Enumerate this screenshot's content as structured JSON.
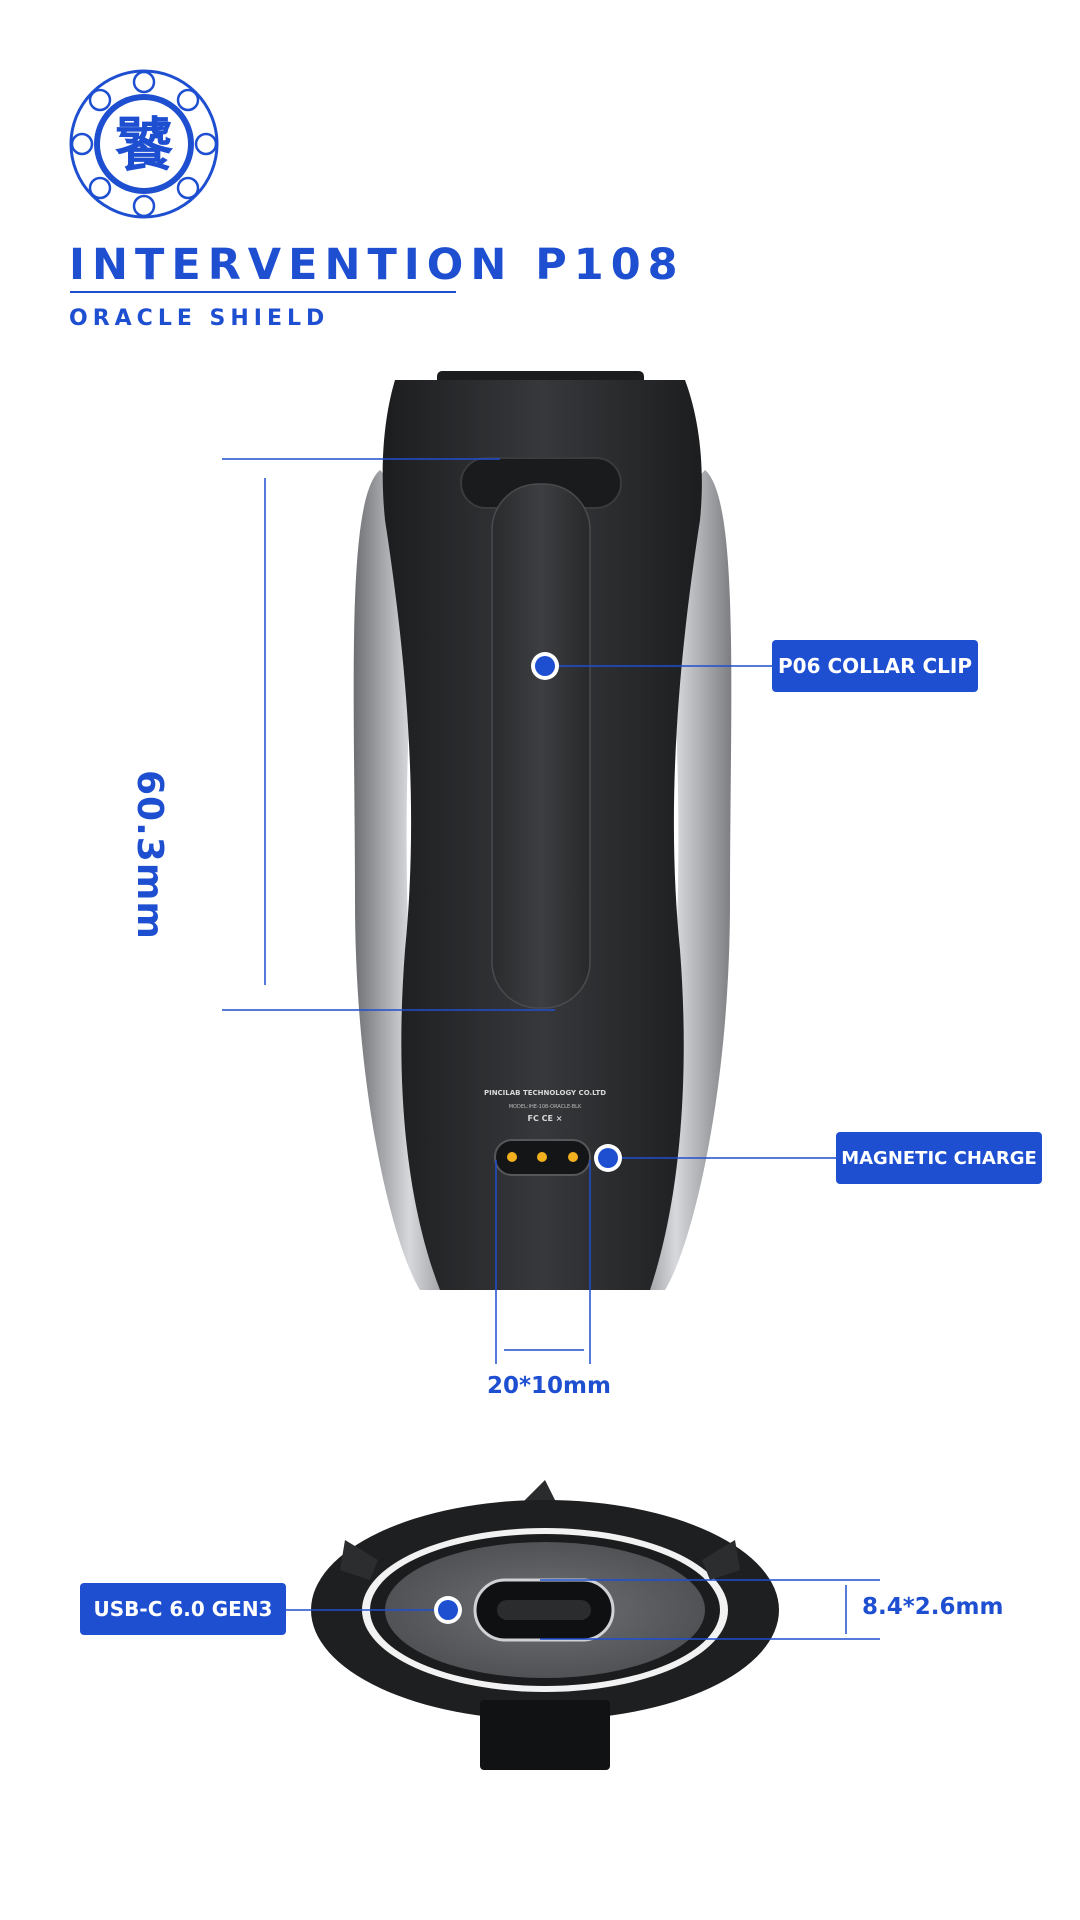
{
  "header": {
    "title": "INTERVENTION P108",
    "subtitle": "ORACLE SHIELD",
    "logo_glyph": "饕"
  },
  "callouts": {
    "collar_clip": "P06 COLLAR CLIP",
    "magnetic_charge": "MAGNETIC CHARGE",
    "usb_c": "USB-C 6.0 GEN3"
  },
  "dimensions": {
    "height": "60.3mm",
    "charge_pad": "20*10mm",
    "port": "8.4*2.6mm"
  },
  "device_print": {
    "maker": "PINCILAB TECHNOLOGY CO.LTD",
    "model": "MODEL:IHE-108-ORACLE-BLK",
    "marks": "FC CE ⨯"
  },
  "colors": {
    "accent": "#1e4fd1",
    "device_body": "#2c2d2f",
    "side_panel": "#b8babd",
    "pin": "#f2b01e"
  }
}
